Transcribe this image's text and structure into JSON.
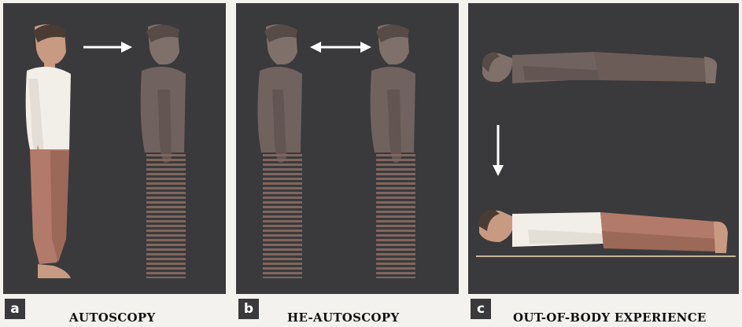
{
  "panels": [
    {
      "letter": "a",
      "caption": "AUTOSCOPY"
    },
    {
      "letter": "b",
      "caption": "HE-AUTOSCOPY"
    },
    {
      "letter": "c",
      "caption": "OUT-OF-BODY EXPERIENCE"
    }
  ],
  "colors": {
    "panel_background": "#3a3a3c",
    "page_background": "#f4f2ee",
    "skin": "#c89a82",
    "shirt": "#f2eee8",
    "trousers": "#b27a6a",
    "hair": "#4a3c34",
    "ghost": "#7a6a66",
    "arrow": "#ffffff"
  }
}
